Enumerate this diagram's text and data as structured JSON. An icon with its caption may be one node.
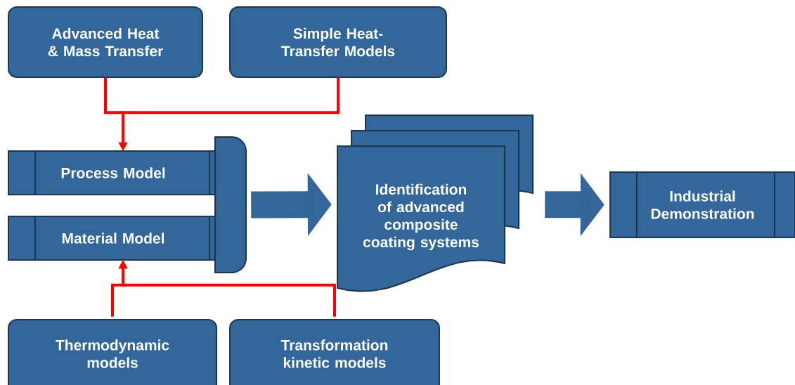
{
  "diagram": {
    "nodes": [
      {
        "text": [
          "Advanced Heat & Mass Transfer"
        ]
      },
      {
        "text": [
          "Simple Heat-Transfer Models"
        ]
      },
      {
        "text": [
          "Process Model"
        ]
      },
      {
        "text": [
          "Material Model"
        ]
      },
      {
        "text": [],
        "shape": "delay"
      },
      {
        "text": [
          "Identification of advanced composite coating systems"
        ]
      },
      {
        "text": [
          "Industrial Demonstration"
        ]
      },
      {
        "text": [
          "Thermodynamic models"
        ]
      },
      {
        "text": [
          "Transformation kinetic models"
        ]
      }
    ],
    "edges": [
      {
        "from": 0,
        "to": 2,
        "arrow": "to"
      },
      {
        "from": 1,
        "to": 2,
        "arrow": "to"
      },
      {
        "from": 7,
        "to": 3,
        "arrow": "to"
      },
      {
        "from": 8,
        "to": 3,
        "arrow": "to"
      },
      {
        "from": 4,
        "to": 5,
        "arrow": "to",
        "style": "thick",
        "color": "#336699"
      },
      {
        "from": 5,
        "to": 6,
        "arrow": "to",
        "style": "thick",
        "color": "#336699"
      }
    ]
  }
}
